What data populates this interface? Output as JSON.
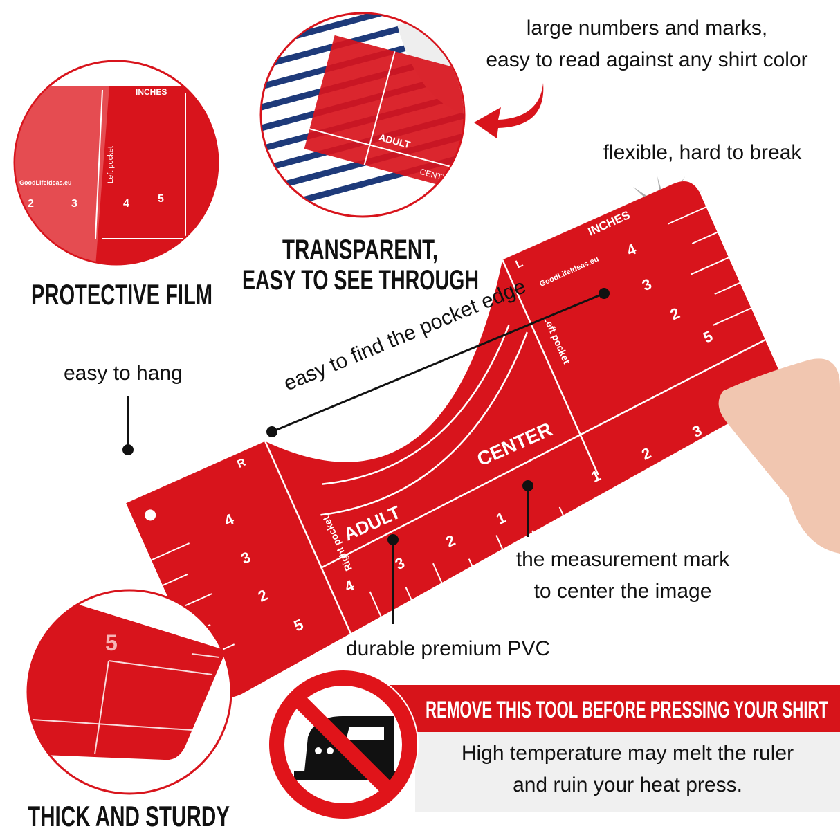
{
  "notes": {
    "large_numbers_1": "large numbers and marks,",
    "large_numbers_2": "easy to read against any shirt color",
    "flexible": "flexible, hard to break",
    "pocket_edge": "easy to find the pocket edge",
    "hang": "easy to hang",
    "measurement_1": "the measurement mark",
    "measurement_2": "to center the image",
    "pvc": "durable premium PVC"
  },
  "captions": {
    "protective_film": "PROTECTIVE FILM",
    "transparent_1": "TRANSPARENT,",
    "transparent_2": "EASY TO SEE THROUGH",
    "thick": "THICK AND STURDY"
  },
  "warning": {
    "title": "REMOVE THIS TOOL BEFORE PRESSING YOUR SHIRT",
    "line1": "High temperature may melt the ruler",
    "line2": "and ruin your heat press."
  },
  "ruler": {
    "inches": "INCHES",
    "left_mark": "L",
    "right_mark": "R",
    "right_pocket": "Right pocket",
    "left_pocket": "Left pocket",
    "adult": "ADULT",
    "center": "CENTER",
    "brand": "GoodLifeIdeas.eu",
    "left_numbers": [
      "4",
      "3",
      "2",
      "5"
    ],
    "right_numbers": [
      "4",
      "3",
      "2",
      "5"
    ],
    "bottom_numbers": [
      "4",
      "3",
      "2",
      "1",
      "1",
      "2",
      "3"
    ]
  },
  "detail_circles": {
    "film_brand": "GoodLifeIdeas.eu",
    "film_pocket": "Left pocket",
    "thick_number": "5"
  },
  "colors": {
    "ruler_red": "#d8141c",
    "warning_red": "#d7141a",
    "warning_gray": "#f0f0f0"
  },
  "icons": [
    "no-iron-icon",
    "curved-arrow-icon",
    "flex-burst-icon"
  ]
}
